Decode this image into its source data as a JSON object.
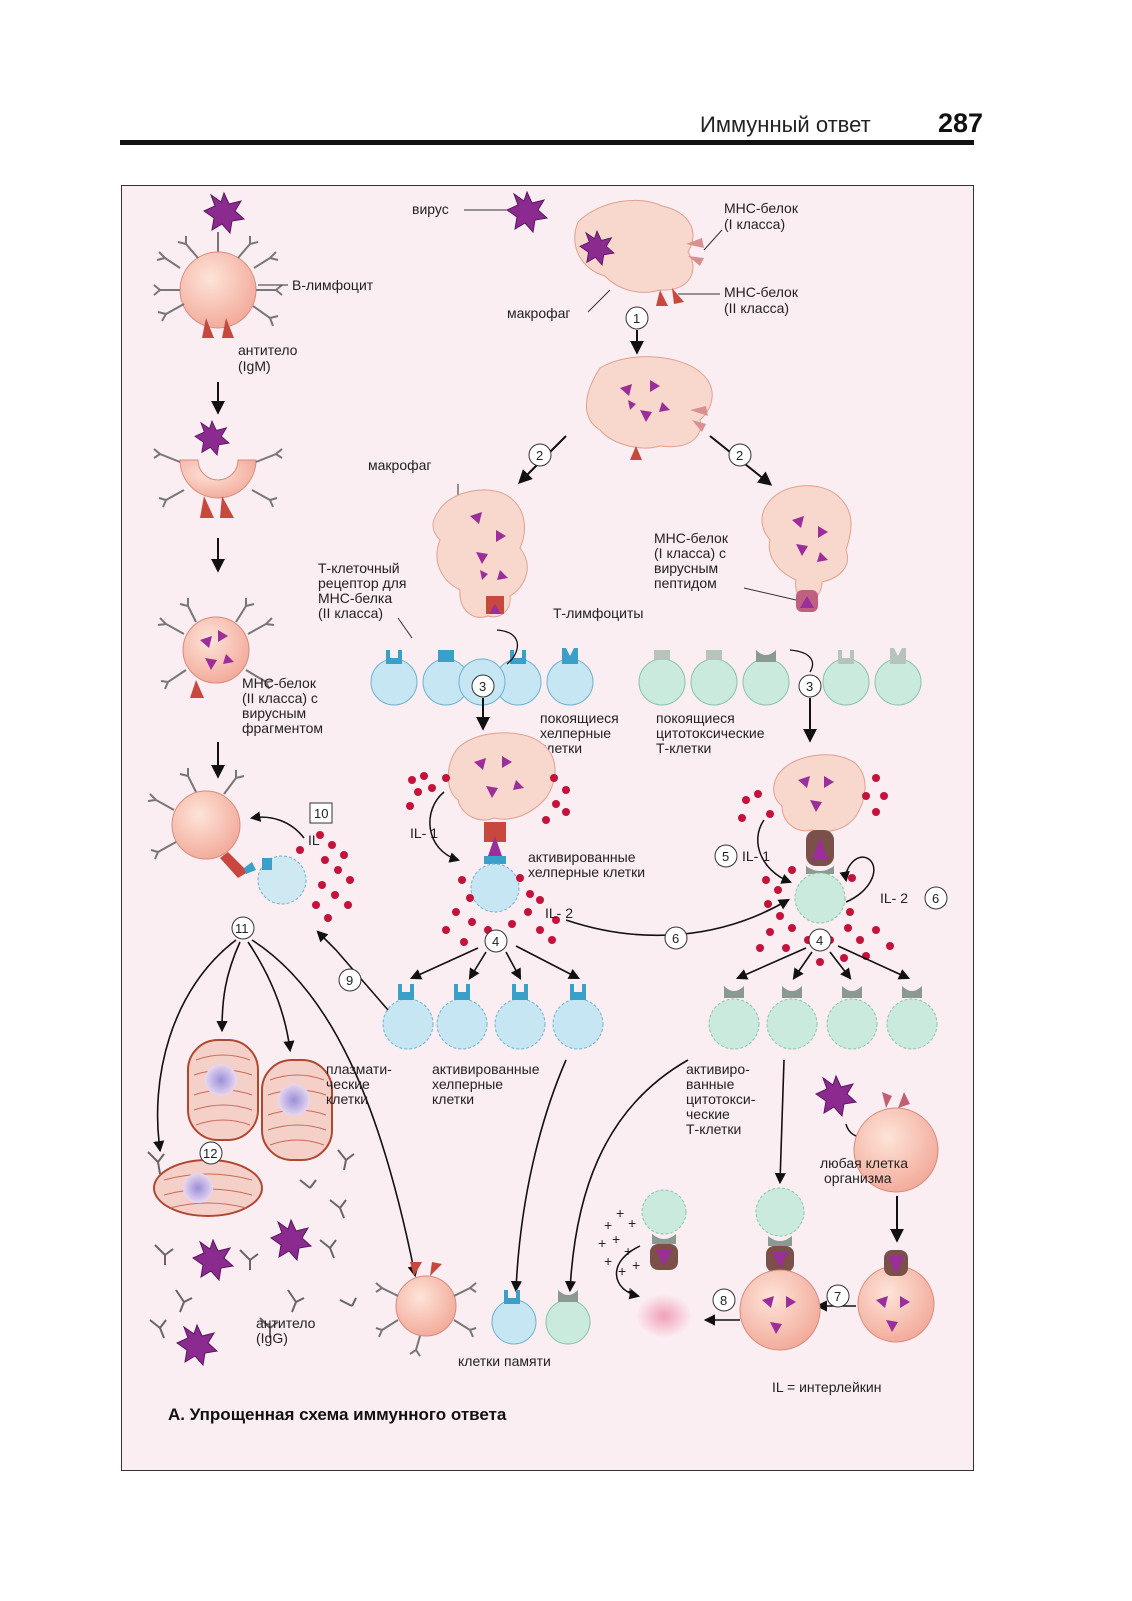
{
  "header": {
    "title": "Иммунный ответ",
    "page_number": "287"
  },
  "figure": {
    "caption": "А. Упрощенная схема иммунного ответа",
    "legend": "IL = интерлейкин",
    "labels": {
      "virus": "вирус",
      "mhc1_l1": "МНС-белок",
      "mhc1_l2": "(I класса)",
      "mhc2_l1": "МНС-белок",
      "mhc2_l2": "(II класса)",
      "macrophage_top": "макрофаг",
      "macrophage_left": "макрофаг",
      "b_lymphocyte": "В-лимфоцит",
      "igm_l1": "антитело",
      "igm_l2": "(IgM)",
      "tcr_l1": "Т-клеточный",
      "tcr_l2": "рецептор для",
      "tcr_l3": "МНС-белка",
      "tcr_l4": "(II класса)",
      "mhc_vp_l1": "МНС-белок",
      "mhc_vp_l2": "(I класса) с",
      "mhc_vp_l3": "вирусным",
      "mhc_vp_l4": "пептидом",
      "t_lymph": "Т-лимфоциты",
      "mhc_vf_l1": "МНС-белок",
      "mhc_vf_l2": "(II класса) с",
      "mhc_vf_l3": "вирусным",
      "mhc_vf_l4": "фрагментом",
      "rest_help_l1": "покоящиеся",
      "rest_help_l2": "хелперные",
      "rest_help_l3": "клетки",
      "rest_cyto_l1": "покоящиеся",
      "rest_cyto_l2": "цитотоксические",
      "rest_cyto_l3": "Т-клетки",
      "act_help_l1": "активированные",
      "act_help_l2": "хелперные клетки",
      "il1_left": "IL- 1",
      "il1_right": "IL- 1",
      "il_b": "IL",
      "il2_mid": "IL- 2",
      "il2_right": "IL- 2",
      "plasma_l1": "плазмати-",
      "plasma_l2": "ческие",
      "plasma_l3": "клетки",
      "act_help2_l1": "активированные",
      "act_help2_l2": "хелперные",
      "act_help2_l3": "клетки",
      "act_cyto_l1": "активиро-",
      "act_cyto_l2": "ванные",
      "act_cyto_l3": "цитотокси-",
      "act_cyto_l4": "ческие",
      "act_cyto_l5": "Т-клетки",
      "any_cell_l1": "любая клетка",
      "any_cell_l2": "организма",
      "igg_l1": "антитело",
      "igg_l2": "(IgG)",
      "memory": "клетки памяти"
    },
    "steps": [
      "1",
      "2",
      "2",
      "3",
      "3",
      "4",
      "4",
      "5",
      "6",
      "6",
      "7",
      "8",
      "9",
      "10",
      "11",
      "12"
    ]
  }
}
